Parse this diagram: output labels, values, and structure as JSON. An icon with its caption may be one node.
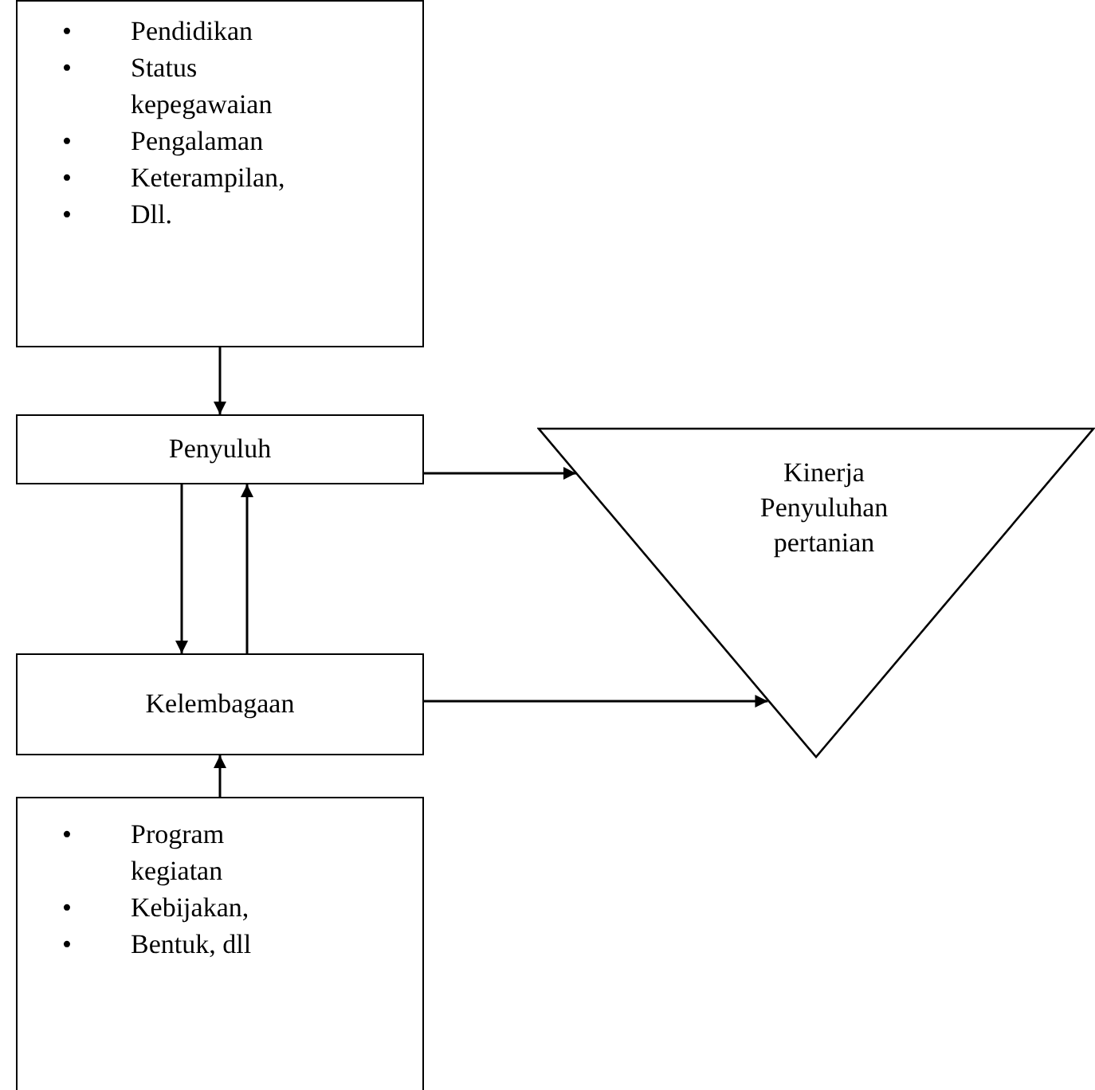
{
  "diagram": {
    "nodes": [
      {
        "text": [
          "•",
          "Pendidikan",
          "•",
          "Status kepegawaian",
          "•",
          "Pengalaman",
          "•",
          "Keterampilan,",
          "•",
          "Dll."
        ]
      },
      {
        "text": [
          "Penyuluh"
        ]
      },
      {
        "text": [
          "Kelembagaan"
        ]
      },
      {
        "text": [
          "•",
          "Program kegiatan",
          "•",
          "Kebijakan,",
          "•",
          "Bentuk, dll"
        ]
      },
      {
        "text": [
          "Kinerja Penyuluhan pertanian"
        ]
      }
    ],
    "edges": [
      {
        "from": 0,
        "to": 1,
        "arrow": "to"
      },
      {
        "from": 1,
        "to": 2,
        "arrow": "to"
      },
      {
        "from": 2,
        "to": 1,
        "arrow": "to"
      },
      {
        "from": 1,
        "to": 4,
        "arrow": "to"
      },
      {
        "from": 2,
        "to": 4,
        "arrow": "to"
      },
      {
        "from": 3,
        "to": 2,
        "arrow": "to"
      }
    ]
  }
}
